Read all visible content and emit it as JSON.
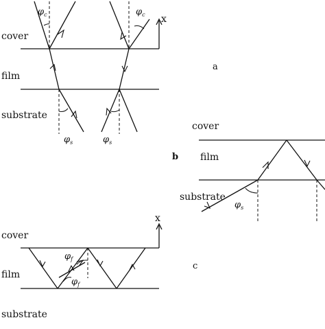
{
  "panels": {
    "a": {
      "panel_label": "a",
      "cover_label": "cover",
      "film_label": "film",
      "substrate_label": "substrate",
      "axis_label": "x",
      "phi_symbol": "φ",
      "phi_c_sub": "c",
      "phi_s_sub": "s"
    },
    "b": {
      "panel_label": "b",
      "cover_label": "cover",
      "film_label": "film",
      "substrate_label": "substrate",
      "phi_symbol": "φ",
      "phi_s_sub": "s"
    },
    "c": {
      "panel_label": "c",
      "cover_label": "cover",
      "film_label": "film",
      "substrate_label": "substrate",
      "axis_label": "x",
      "phi_symbol": "φ",
      "phi_f_sub": "f"
    }
  },
  "colors": {
    "ink": "#111111",
    "background": "#ffffff"
  }
}
